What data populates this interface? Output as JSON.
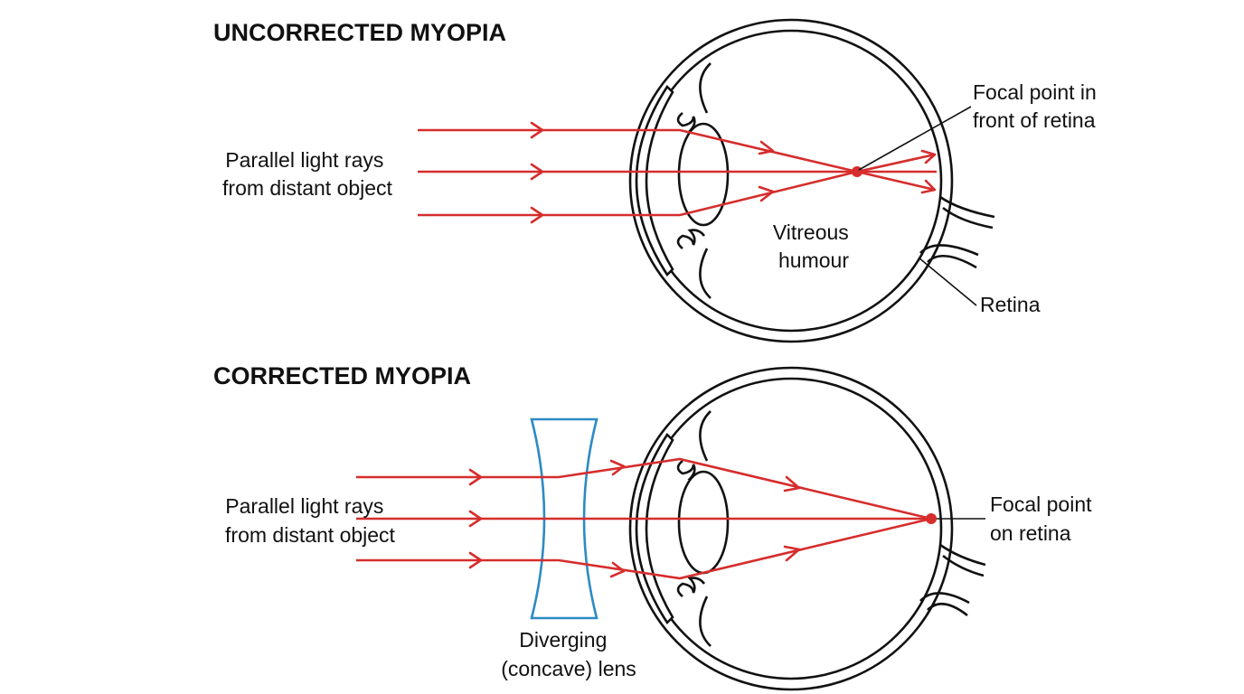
{
  "colors": {
    "ray": "#d62d2d",
    "corrective_lens": "#2d8ac4",
    "outline": "#111111",
    "background": "#ffffff"
  },
  "uncorrected": {
    "title": "UNCORRECTED MYOPIA",
    "rays_label": [
      "Parallel light rays",
      "from distant object"
    ],
    "focal_label": [
      "Focal point in",
      "front of retina"
    ],
    "vitreous_label": [
      "Vitreous",
      "humour"
    ],
    "retina_label": "Retina"
  },
  "corrected": {
    "title": "CORRECTED MYOPIA",
    "rays_label": [
      "Parallel light rays",
      "from distant object"
    ],
    "focal_label": [
      "Focal point",
      "on retina"
    ],
    "lens_label": [
      "Diverging",
      "(concave) lens"
    ]
  }
}
